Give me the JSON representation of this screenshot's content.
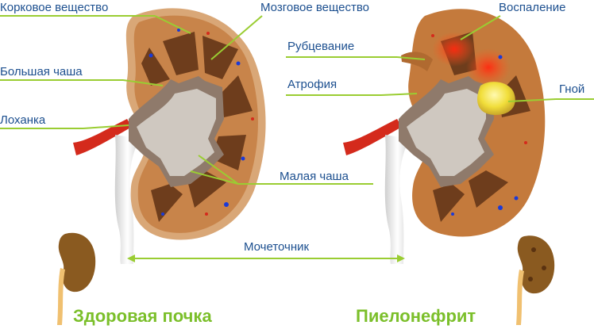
{
  "labels": {
    "cortex": "Корковое вещество",
    "medulla": "Мозговое вещество",
    "major_calyx": "Большая чаша",
    "pelvis": "Лоханка",
    "minor_calyx": "Малая чаша",
    "ureter": "Мочеточник",
    "scarring": "Рубцевание",
    "atrophy": "Атрофия",
    "inflammation": "Воспаление",
    "pus": "Гной"
  },
  "captions": {
    "healthy": "Здоровая почка",
    "pyelonephritis": "Пиелонефрит"
  },
  "colors": {
    "label_text": "#1c4f8f",
    "caption_text": "#7bbf2a",
    "leader_line": "#9acd32",
    "cortex": "#c8844a",
    "cortex_rim": "#d9a777",
    "pyramid": "#6e3d1c",
    "pelvis": "#cfc8c0",
    "artery": "#d42a1c",
    "ureter": "#e9e9e9",
    "inflammation": "#ff3b1a",
    "pus": "#f2e34a"
  }
}
